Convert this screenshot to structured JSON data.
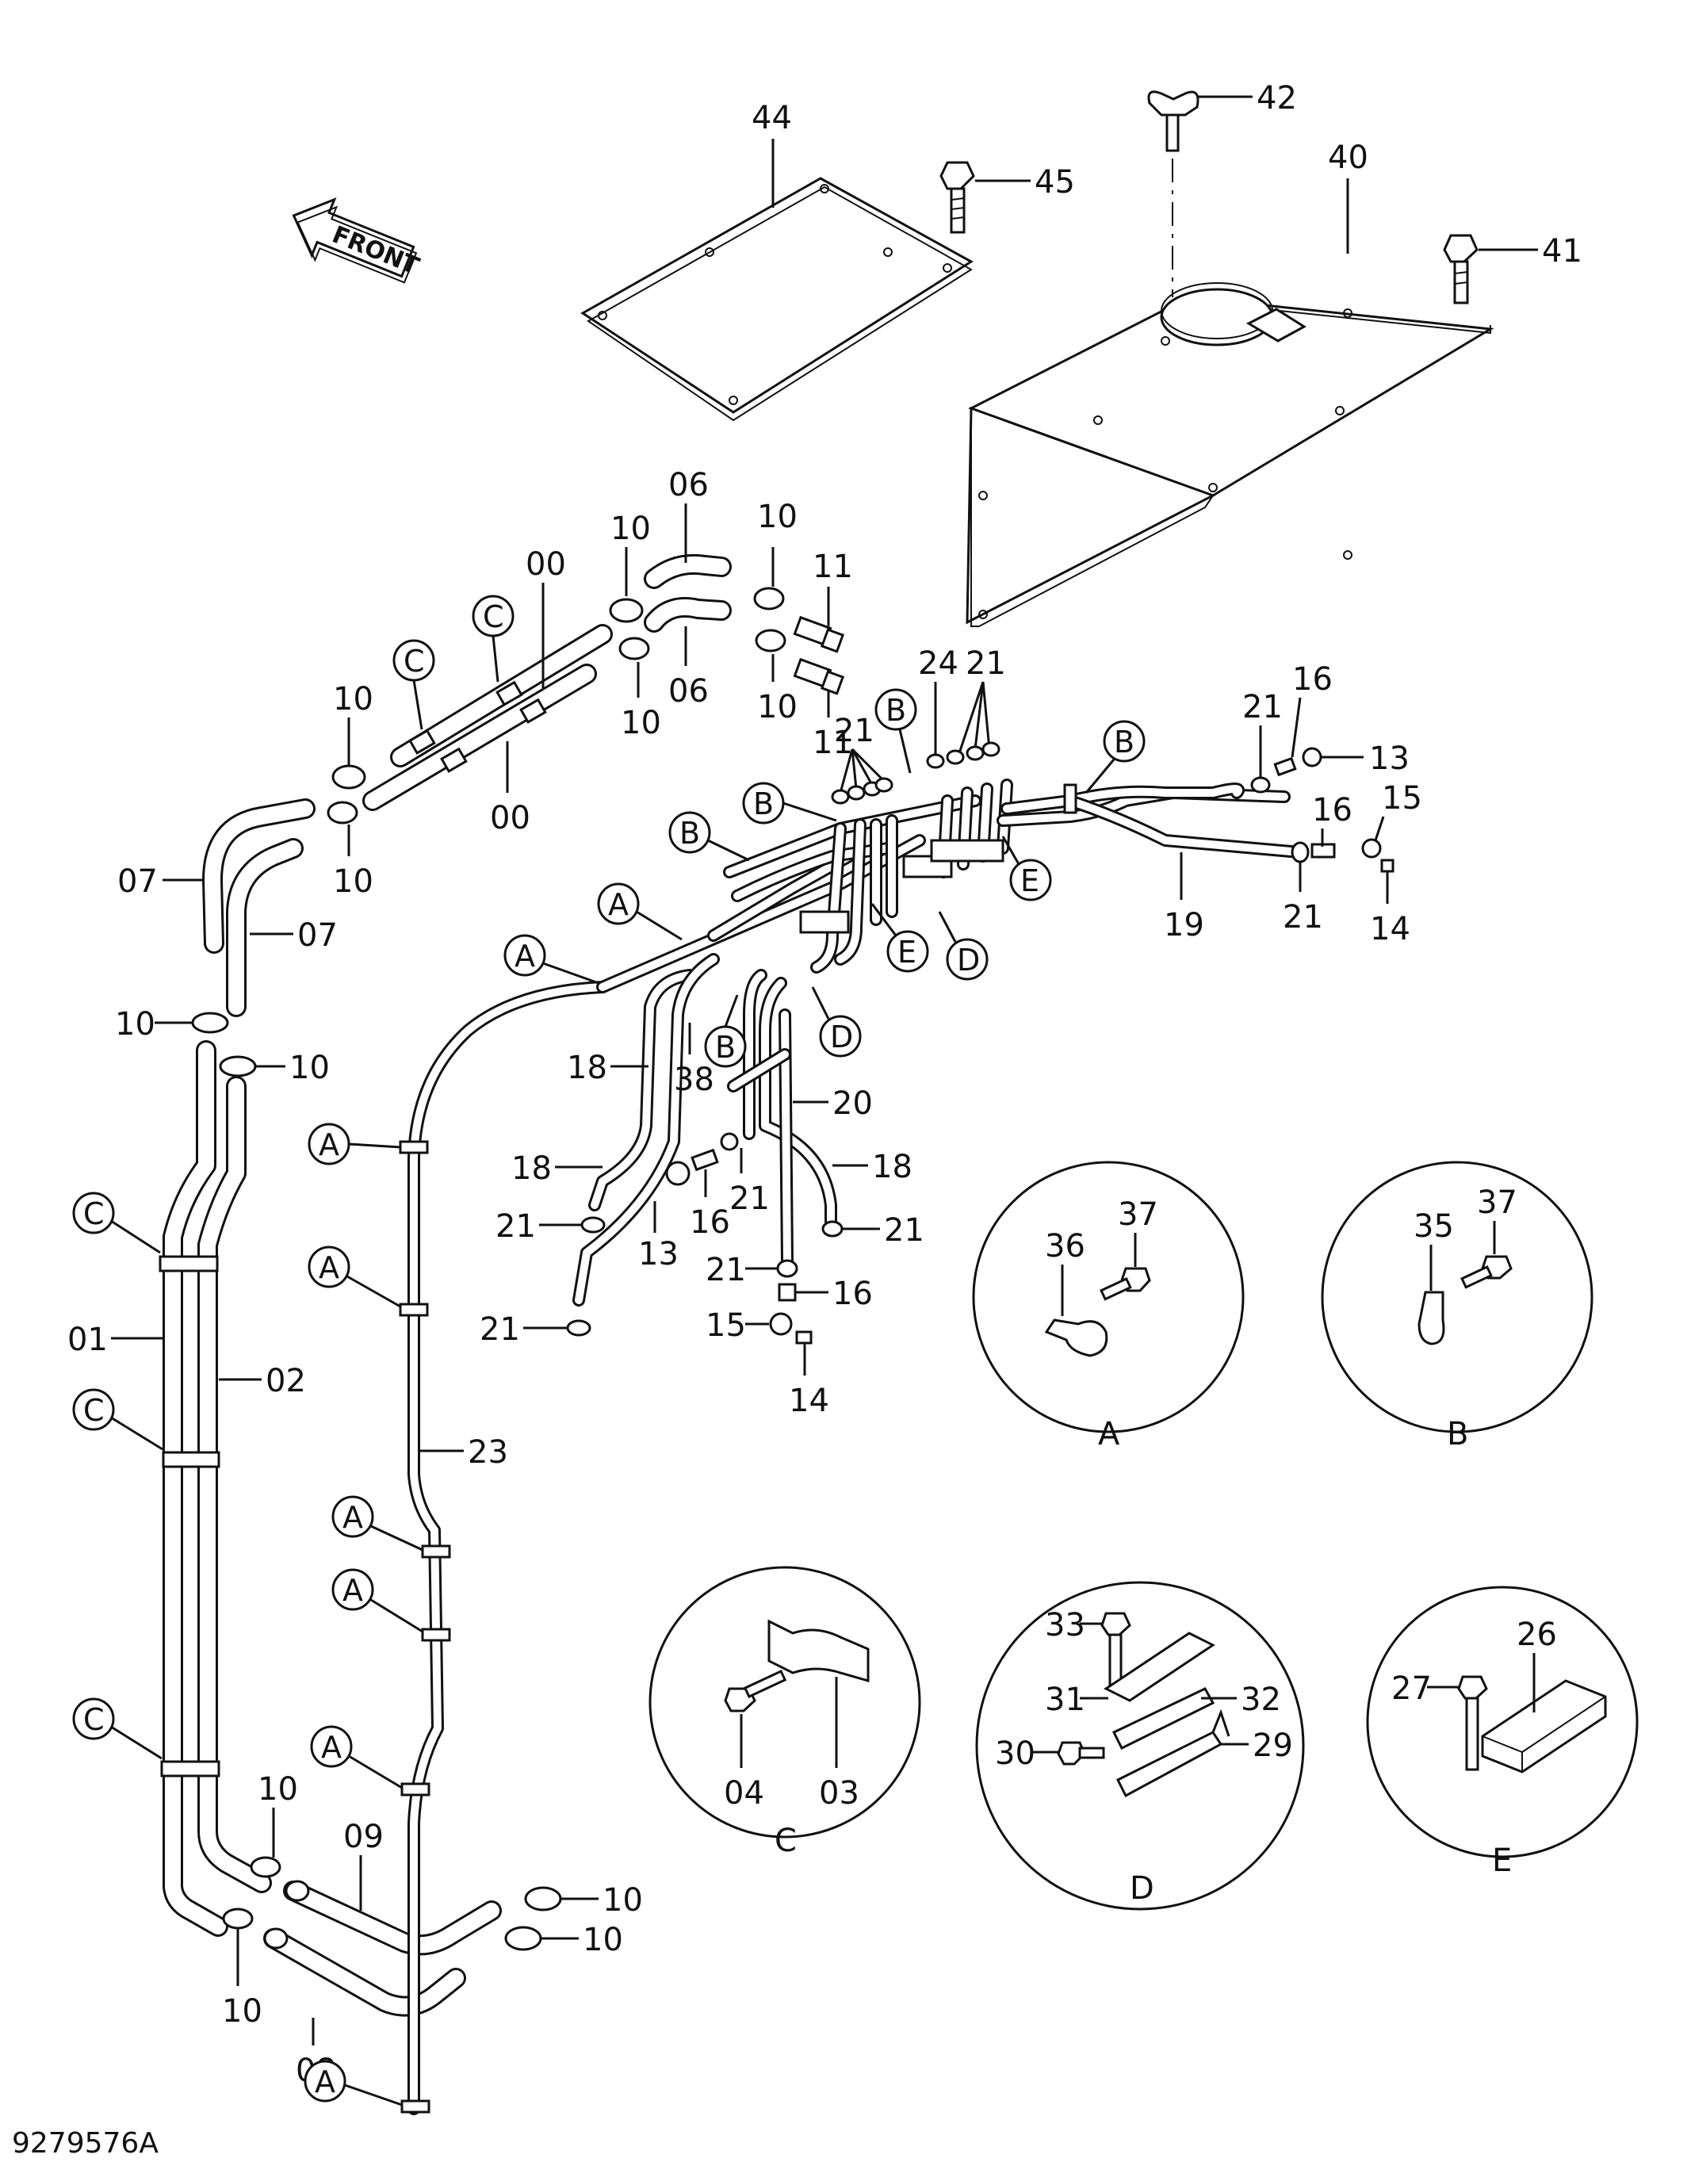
{
  "front_arrow": {
    "label": "FRONT"
  },
  "part_number": "9279576A",
  "parts": {
    "p44": "44",
    "p45": "45",
    "p42": "42",
    "p40": "40",
    "p41": "41",
    "p06a": "06",
    "p06b": "06",
    "p10a": "10",
    "p10b": "10",
    "p10c": "10",
    "p10d": "10",
    "p11a": "11",
    "p11b": "11",
    "p00a": "00",
    "p00b": "00",
    "p10e": "10",
    "p10f": "10",
    "p07a": "07",
    "p07b": "07",
    "p10g": "10",
    "p10h": "10",
    "p01": "01",
    "p02": "02",
    "p24": "24",
    "p21a": "21",
    "p21b": "21",
    "p21c": "21",
    "p16a": "16",
    "p13a": "13",
    "p16b": "16",
    "p15a": "15",
    "p21d": "21",
    "p14a": "14",
    "p19": "19",
    "p18a": "18",
    "p38": "38",
    "p20": "20",
    "p18b": "18",
    "p18c": "18",
    "p21e": "21",
    "p13b": "13",
    "p16c": "16",
    "p21f": "21",
    "p21g": "21",
    "p21h": "21",
    "p16d": "16",
    "p21i": "21",
    "p15b": "15",
    "p14b": "14",
    "p23": "23",
    "p10i": "10",
    "p09": "09",
    "p10j": "10",
    "p10k": "10",
    "p10l": "10",
    "p08": "08"
  },
  "refs": {
    "C": "C",
    "B": "B",
    "A": "A",
    "D": "D",
    "E": "E"
  },
  "details": {
    "A": {
      "label": "A",
      "parts": [
        "36",
        "37"
      ]
    },
    "B": {
      "label": "B",
      "parts": [
        "35",
        "37"
      ]
    },
    "C": {
      "label": "C",
      "parts": [
        "04",
        "03"
      ]
    },
    "D": {
      "label": "D",
      "parts": [
        "33",
        "31",
        "32",
        "30",
        "29"
      ]
    },
    "E": {
      "label": "E",
      "parts": [
        "27",
        "26"
      ]
    }
  }
}
